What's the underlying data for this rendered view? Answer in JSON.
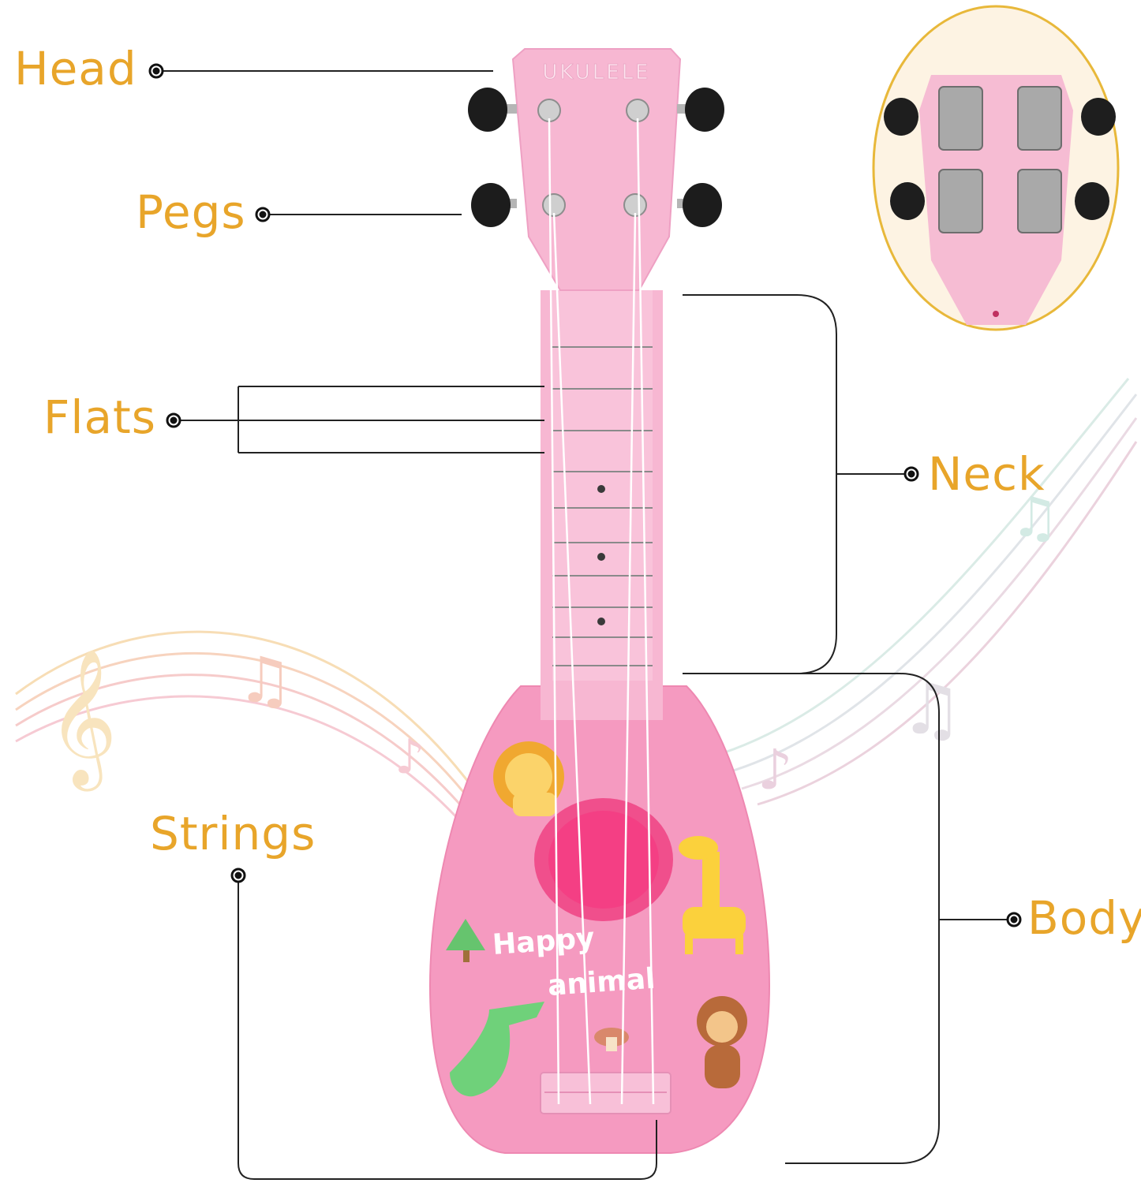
{
  "labels": {
    "head": "Head",
    "pegs": "Pegs",
    "flats": "Flats",
    "neck": "Neck",
    "strings": "Strings",
    "body": "Body"
  },
  "ukulele": {
    "headstock_text": "UKULELE",
    "body_text_line1": "Happy",
    "body_text_line2": "animal"
  },
  "colors": {
    "label": "#e8a52a",
    "ukulele_pink": "#f7b7d2",
    "body_pink": "#f59ac0",
    "leader_line": "#222222",
    "inset_border": "#e8b83a"
  }
}
